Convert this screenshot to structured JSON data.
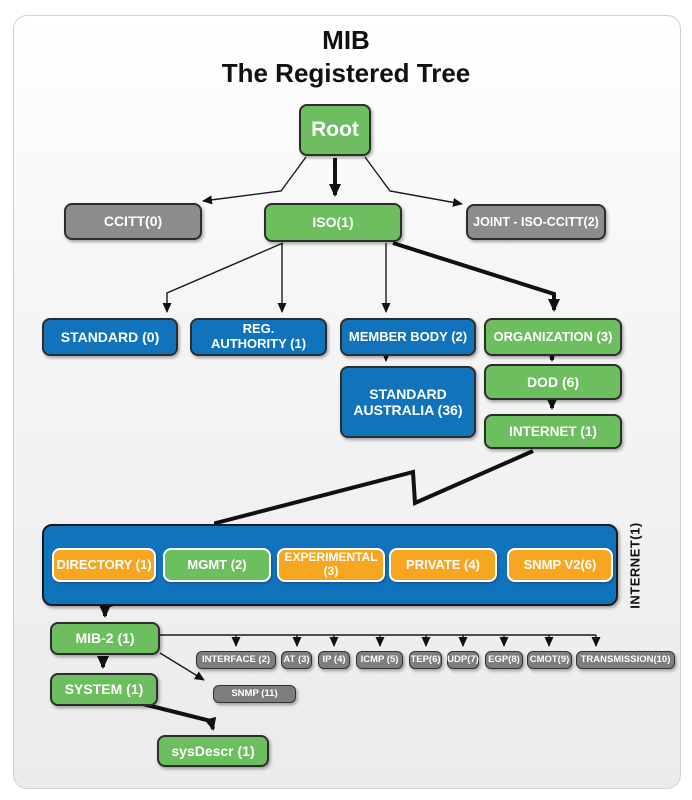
{
  "title": {
    "line1": "MIB",
    "line2": "The Registered Tree"
  },
  "colors": {
    "green": "#6dbe5f",
    "blue": "#1173bc",
    "gray_large": "#8c8c8c",
    "gray_small": "#7e7e7e",
    "orange": "#f7a621",
    "edge": "#111111",
    "card_background_bottom": "#ebebeb"
  },
  "nodes": {
    "root": {
      "label": "Root"
    },
    "ccitt": {
      "label": "CCITT(0)"
    },
    "iso": {
      "label": "ISO(1)"
    },
    "joint": {
      "label": "JOINT - ISO-CCITT(2)"
    },
    "standard": {
      "label": "STANDARD (0)"
    },
    "regauthority": {
      "line1": "REG.",
      "line2": "AUTHORITY (1)"
    },
    "memberbody": {
      "label": "MEMBER BODY (2)"
    },
    "organization": {
      "label": "ORGANIZATION (3)"
    },
    "standardaustralia": {
      "line1": "STANDARD",
      "line2": "AUSTRALIA (36)"
    },
    "dod": {
      "label": "DOD (6)"
    },
    "internet": {
      "label": "INTERNET (1)"
    },
    "directory": {
      "label": "DIRECTORY (1)"
    },
    "mgmt": {
      "label": "MGMT (2)"
    },
    "experimental": {
      "label": "EXPERIMENTAL (3)"
    },
    "private": {
      "label": "PRIVATE (4)"
    },
    "snmpv2": {
      "label": "SNMP V2(6)"
    },
    "internet_side_label": {
      "label": "INTERNET(1)"
    },
    "mib2": {
      "label": "MIB-2 (1)"
    },
    "interface": {
      "label": "INTERFACE (2)"
    },
    "at": {
      "label": "AT (3)"
    },
    "ip": {
      "label": "IP (4)"
    },
    "icmp": {
      "label": "ICMP (5)"
    },
    "tep": {
      "label": "TEP(6)"
    },
    "udp": {
      "label": "UDP(7)"
    },
    "egp": {
      "label": "EGP(8)"
    },
    "cmot": {
      "label": "CMOT(9)"
    },
    "transmission": {
      "label": "TRANSMISSION(10)"
    },
    "snmp11": {
      "label": "SNMP (11)"
    },
    "system": {
      "label": "SYSTEM (1)"
    },
    "sysdescr": {
      "label": "sysDescr (1)"
    }
  },
  "edges": [
    {
      "from": "root",
      "to": "ccitt",
      "weight": "thin"
    },
    {
      "from": "root",
      "to": "iso",
      "weight": "thick"
    },
    {
      "from": "root",
      "to": "joint",
      "weight": "thin"
    },
    {
      "from": "iso",
      "to": "standard",
      "weight": "thin"
    },
    {
      "from": "iso",
      "to": "regauthority",
      "weight": "thin"
    },
    {
      "from": "iso",
      "to": "memberbody",
      "weight": "thin"
    },
    {
      "from": "iso",
      "to": "organization",
      "weight": "thick"
    },
    {
      "from": "memberbody",
      "to": "standardaustralia",
      "weight": "thin"
    },
    {
      "from": "organization",
      "to": "dod",
      "weight": "thick"
    },
    {
      "from": "dod",
      "to": "internet",
      "weight": "thick"
    },
    {
      "from": "internet",
      "to": "mgmt",
      "weight": "thick"
    },
    {
      "from": "mgmt",
      "to": "mib2",
      "weight": "thick"
    },
    {
      "from": "mib2",
      "to": "system",
      "weight": "thick"
    },
    {
      "from": "mib2",
      "to": "interface",
      "weight": "thin"
    },
    {
      "from": "mib2",
      "to": "at",
      "weight": "thin"
    },
    {
      "from": "mib2",
      "to": "ip",
      "weight": "thin"
    },
    {
      "from": "mib2",
      "to": "icmp",
      "weight": "thin"
    },
    {
      "from": "mib2",
      "to": "tep",
      "weight": "thin"
    },
    {
      "from": "mib2",
      "to": "udp",
      "weight": "thin"
    },
    {
      "from": "mib2",
      "to": "egp",
      "weight": "thin"
    },
    {
      "from": "mib2",
      "to": "cmot",
      "weight": "thin"
    },
    {
      "from": "mib2",
      "to": "transmission",
      "weight": "thin"
    },
    {
      "from": "mib2",
      "to": "snmp11",
      "weight": "thin"
    },
    {
      "from": "system",
      "to": "sysdescr",
      "weight": "thick"
    }
  ]
}
